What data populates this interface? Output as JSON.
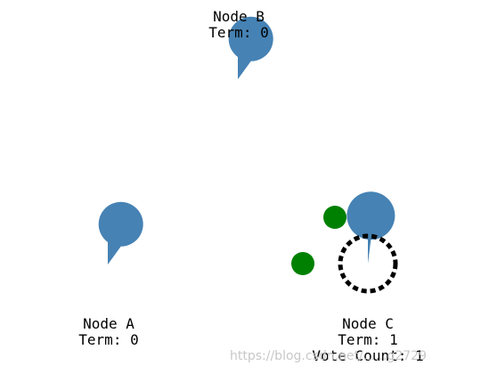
{
  "colors": {
    "node_fill": "#4682b4",
    "message_fill": "#008000",
    "candidate_ring": "#000000",
    "background": "#ffffff"
  },
  "nodes": [
    {
      "id": "A",
      "name": "Node A",
      "term": "Term: 0",
      "state": "follower",
      "timer_remaining": 0.9
    },
    {
      "id": "B",
      "name": "Node B",
      "term": "Term: 0",
      "state": "follower",
      "timer_remaining": 0.9
    },
    {
      "id": "C",
      "name": "Node C",
      "term": "Term: 1",
      "vote_count": "Vote Count: 1",
      "state": "candidate",
      "timer_remaining": 0.98
    }
  ],
  "messages": [
    {
      "from": "C",
      "to": "B",
      "type": "request-vote"
    },
    {
      "from": "C",
      "to": "A",
      "type": "request-vote"
    }
  ],
  "watermark": "https://blog.csdn.net/......g2729"
}
